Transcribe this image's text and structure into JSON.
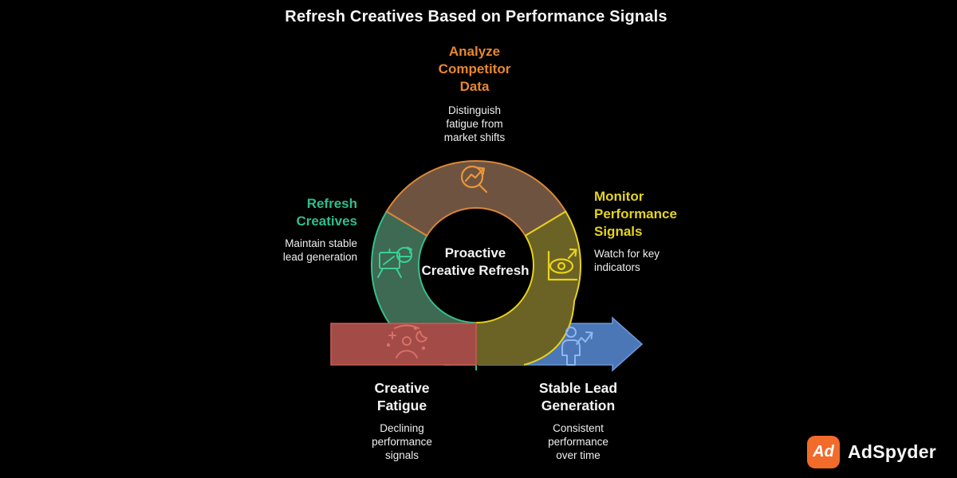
{
  "title": "Refresh Creatives Based on Performance Signals",
  "center": {
    "label": "Proactive\nCreative Refresh"
  },
  "sections": {
    "analyze": {
      "heading": "Analyze\nCompetitor\nData",
      "body": "Distinguish\nfatigue from\nmarket shifts",
      "color": "#E8872E",
      "icon": "analyze-magnifier-icon"
    },
    "monitor": {
      "heading": "Monitor\nPerformance\nSignals",
      "body": "Watch for key\nindicators",
      "color": "#E5D31E",
      "icon": "eye-chart-icon"
    },
    "refresh": {
      "heading": "Refresh\nCreatives",
      "body": "Maintain stable\nlead generation",
      "color": "#2FBE8C",
      "icon": "easel-refresh-icon"
    },
    "fatigue": {
      "heading": "Creative\nFatigue",
      "body": "Declining\nperformance\nsignals",
      "color": "#C25B52",
      "icon": "tired-person-icon"
    },
    "stable": {
      "heading": "Stable Lead\nGeneration",
      "body": "Consistent\nperformance\nover time",
      "color": "#4B77B7",
      "icon": "person-growth-icon"
    }
  },
  "diagram": {
    "ring_fills": {
      "orange": "#6E5440",
      "olive": "#6B6325",
      "green": "#3E6952"
    },
    "ring_strokes": {
      "orange": "#D9863B",
      "olive": "#E8D21C",
      "green": "#35C08D"
    },
    "bars": {
      "red_fill": "#A34B46",
      "red_stroke": "#C25B52",
      "blue_fill": "#4B77B7",
      "blue_stroke": "#6B97D8"
    },
    "icon_colors": {
      "orange": "#E8963C",
      "green": "#3ACF96",
      "yellow": "#E8D21C",
      "red": "#D8706A",
      "blue": "#8FB7F0"
    }
  },
  "brand": {
    "logo_monogram": "Ad",
    "name": "AdSpyder",
    "accent": "#F26B2A"
  }
}
